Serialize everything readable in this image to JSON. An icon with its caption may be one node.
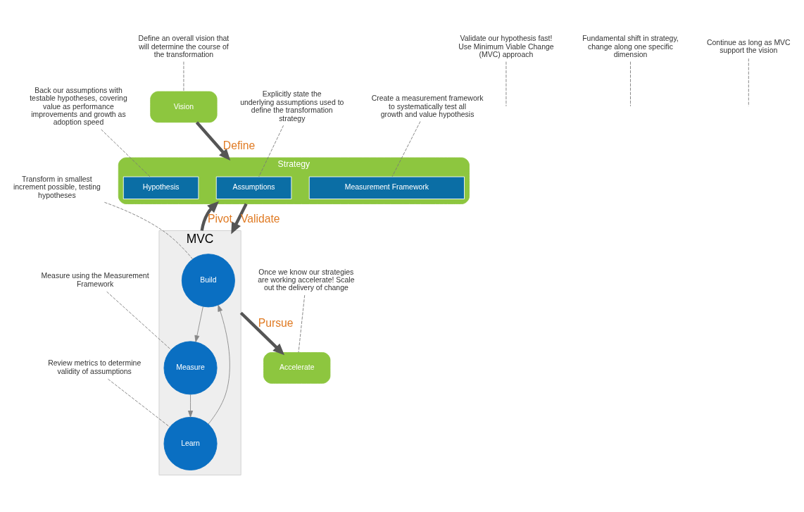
{
  "diagram": {
    "nodes": [
      {
        "text": [
          "Vision"
        ]
      },
      {
        "text": [
          "Strategy"
        ]
      },
      {
        "text": [
          "Assumptions"
        ],
        "in": 1
      },
      {
        "text": [
          "Hypothesis"
        ],
        "in": 1
      },
      {
        "text": [
          "Measurement Framework"
        ],
        "in": 1
      },
      {
        "text": [
          "MVC"
        ]
      },
      {
        "text": [
          "Build"
        ],
        "in": 5
      },
      {
        "text": [
          "Measure"
        ],
        "in": 5
      },
      {
        "text": [
          "Learn"
        ],
        "in": 5
      },
      {
        "text": [
          "Accelerate"
        ]
      },
      {
        "text": [
          "Define an overall vision that will determine the course of the transformation"
        ]
      },
      {
        "text": [
          "Back our assumptions with testable hypotheses, covering value as performance improvements and growth as adoption speed"
        ]
      },
      {
        "text": [
          "Validate our hypothesis fast! Use Minimum Viable Change (MVC) approach"
        ]
      },
      {
        "text": [
          "Transform in smallest increment possible, testing hypotheses"
        ]
      },
      {
        "text": [
          "Explicitly state the underlying assumptions used to define the transformation strategy"
        ]
      },
      {
        "text": [
          "Fundamental shift in strategy, change along one specific dimension"
        ]
      },
      {
        "text": [
          "Measure using the Measurement Framework"
        ]
      },
      {
        "text": [
          "Create a measurement framework to systematically test all growth and value hypothesis"
        ]
      },
      {
        "text": [
          "Continue as long as MVC support the vision"
        ]
      },
      {
        "text": [
          "Review metrics to determine validity of assumptions"
        ]
      },
      {
        "text": [
          "Once we know our strategies are working accelerate! Scale out the delivery of change"
        ]
      }
    ],
    "edges": [
      {
        "from": 0,
        "to": 1,
        "arrow": "to",
        "label": "Define",
        "style": "thick",
        "color": "#555555"
      },
      {
        "from": 1,
        "to": 5,
        "arrow": "to",
        "label": "Validate",
        "style": "thick",
        "color": "#555555"
      },
      {
        "from": 5,
        "to": 1,
        "arrow": "to",
        "label": "Pivot",
        "style": "thick",
        "color": "#555555"
      },
      {
        "from": 5,
        "to": 9,
        "arrow": "to",
        "label": "Pursue",
        "style": "thick",
        "color": "#555555"
      },
      {
        "from": 6,
        "to": 7,
        "arrow": "to",
        "color": "#888888"
      },
      {
        "from": 7,
        "to": 8,
        "arrow": "to",
        "color": "#888888"
      },
      {
        "from": 8,
        "to": 6,
        "arrow": "to",
        "color": "#888888"
      },
      {
        "from": 10,
        "to": 0,
        "arrow": "none",
        "style": "dashed"
      },
      {
        "from": 11,
        "to": 3,
        "arrow": "none",
        "style": "dashed"
      },
      {
        "from": 12,
        "to": null,
        "arrow": "none",
        "style": "dashed"
      },
      {
        "from": 13,
        "to": 6,
        "arrow": "none",
        "style": "dashed"
      },
      {
        "from": 14,
        "to": 2,
        "arrow": "none",
        "style": "dashed"
      },
      {
        "from": 15,
        "to": null,
        "arrow": "none",
        "style": "dashed"
      },
      {
        "from": 16,
        "to": 7,
        "arrow": "none",
        "style": "dashed"
      },
      {
        "from": 17,
        "to": 4,
        "arrow": "none",
        "style": "dashed"
      },
      {
        "from": 18,
        "to": null,
        "arrow": "none",
        "style": "dashed"
      },
      {
        "from": 19,
        "to": 8,
        "arrow": "none",
        "style": "dashed"
      },
      {
        "from": 20,
        "to": 9,
        "arrow": "none",
        "style": "dashed"
      }
    ]
  }
}
